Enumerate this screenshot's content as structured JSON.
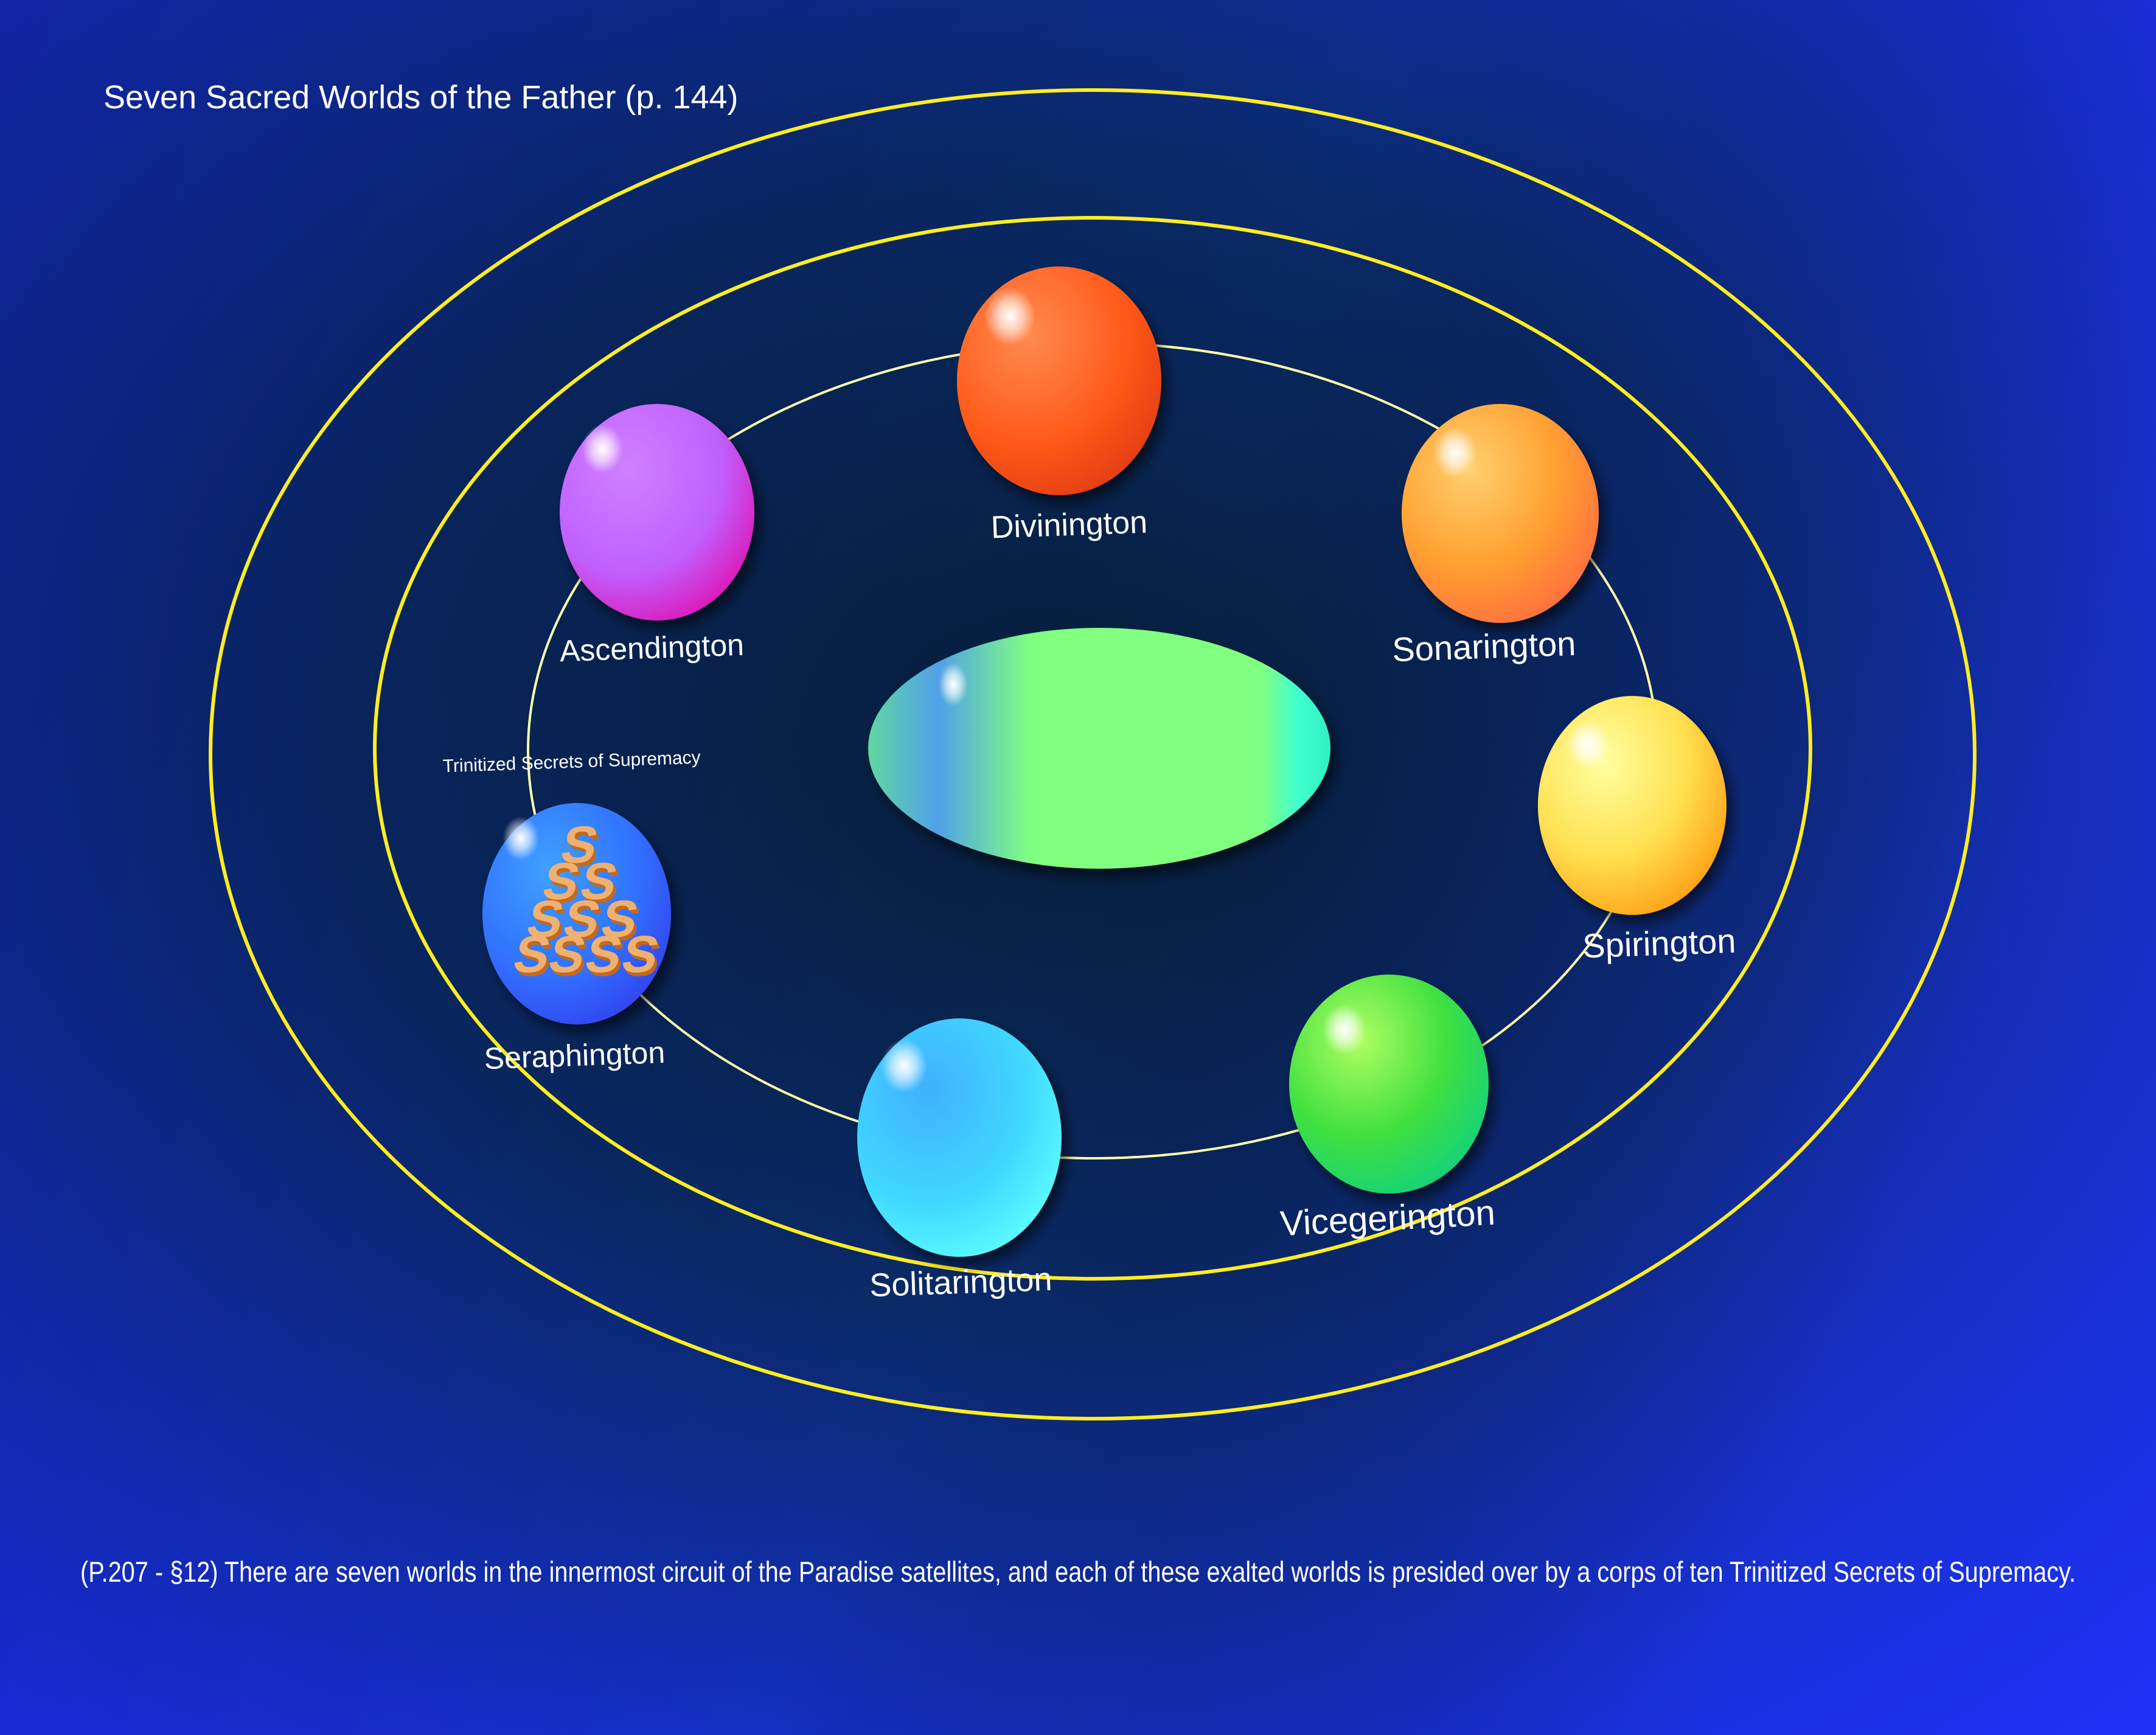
{
  "title": "Seven Sacred Worlds of the Father (p. 144)",
  "caption": "(P.207 - §12) There are seven worlds in the innermost circuit of the Paradise satellites, and each of these exalted worlds is presided over by a corps of ten Trinitized Secrets of Supremacy.",
  "annotation": "Trinitized Secrets of Supremacy",
  "worlds": [
    {
      "name": "Divinington",
      "color": "#ff5a1a"
    },
    {
      "name": "Sonarington",
      "color": "#ff9a30"
    },
    {
      "name": "Spirington",
      "color": "#ffe040"
    },
    {
      "name": "Vicegerington",
      "color": "#33dd55"
    },
    {
      "name": "Solitarington",
      "color": "#33ccff"
    },
    {
      "name": "Seraphington",
      "color": "#3366ff"
    },
    {
      "name": "Ascendington",
      "color": "#cc55ff"
    }
  ],
  "secrets_symbol": "S",
  "colors": {
    "background_dark": "#06203a",
    "background_light": "#1f32ff",
    "orbit": "#ffee22",
    "center": "#80ff80"
  }
}
